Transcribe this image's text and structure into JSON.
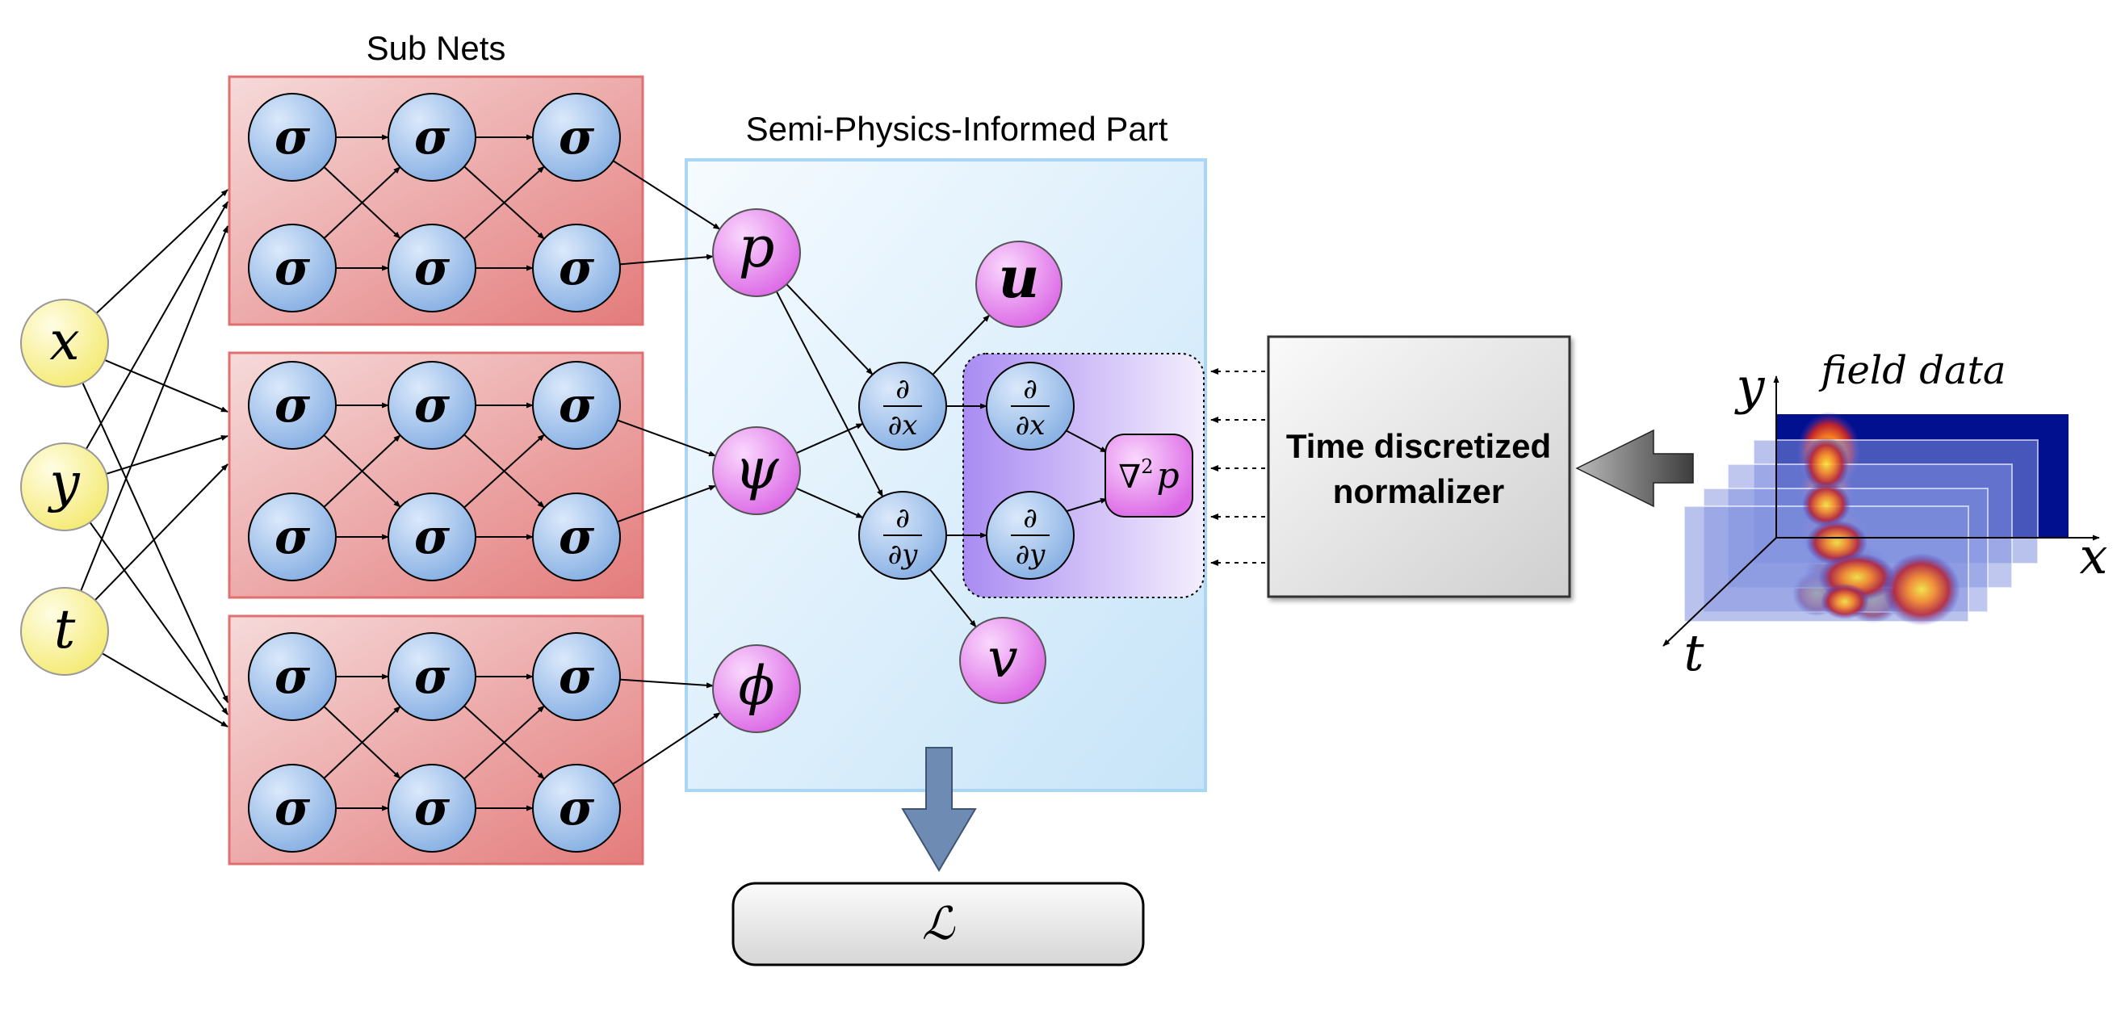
{
  "titles": {
    "subnets": "Sub Nets",
    "physics": "Semi-Physics-Informed Part",
    "field": "field data"
  },
  "inputs": [
    "x",
    "y",
    "t"
  ],
  "neuron_symbol": "σ",
  "outputs": [
    "p",
    "ψ",
    "ϕ"
  ],
  "derived": {
    "u": "u",
    "v": "v"
  },
  "derivatives": {
    "numerator": "∂",
    "dx": "∂x",
    "dy": "∂y"
  },
  "laplacian": {
    "nabla": "∇",
    "sup": "2",
    "var": "p"
  },
  "normalizer": {
    "line1": "Time discretized",
    "line2": "normalizer"
  },
  "loss": "ℒ",
  "axes": {
    "y": "y",
    "x": "x",
    "t": "t"
  },
  "colors": {
    "subnet_border": "#e07070",
    "neuron_fill": "#9ec1ec",
    "output_fill": "#e07ee8",
    "input_fill": "#fbf59a",
    "physics_border": "#a9d6f4",
    "field_blue": "#000a8c"
  }
}
